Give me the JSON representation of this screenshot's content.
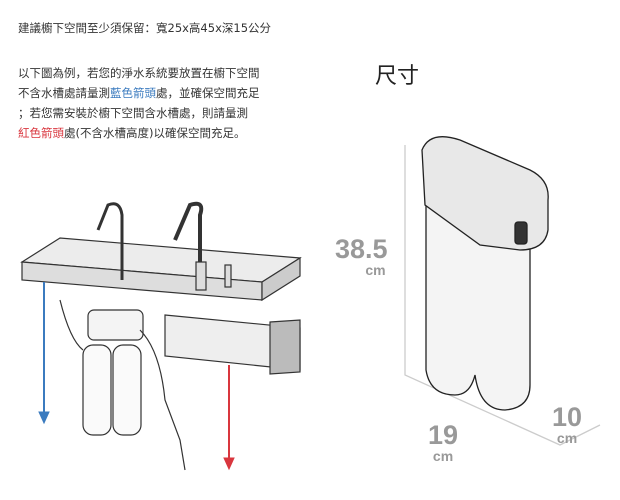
{
  "title": "建議櫥下空間至少須保留：寬25x高45x深15公分",
  "para": {
    "l1": "以下圖為例，若您的淨水系統要放置在櫥下空間",
    "l2a": "不含水槽處請量測",
    "l2b": "藍色箭頭",
    "l2c": "處，並確保空間充足",
    "l3": "；若您需安裝於櫥下空間含水槽處，則請量測",
    "l4a": "紅色箭頭",
    "l4b": "處(不含水槽高度)以確保空間充足。"
  },
  "size_title": "尺寸",
  "dims": {
    "height": "38.5",
    "width": "19",
    "depth": "10",
    "unit": "cm"
  },
  "colors": {
    "blue": "#3b7bbf",
    "red": "#d9363e"
  }
}
